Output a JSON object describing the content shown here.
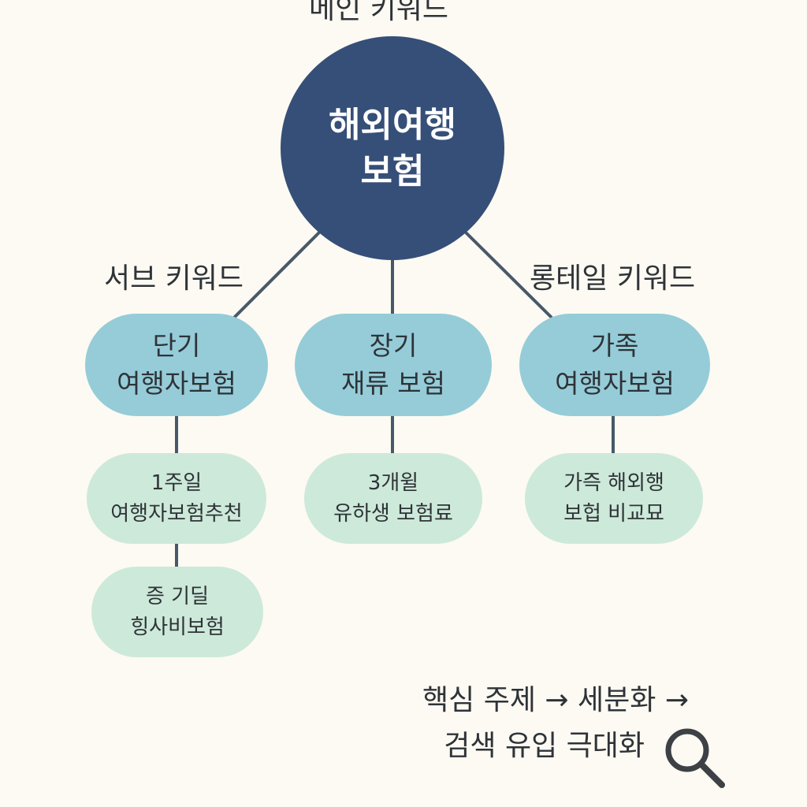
{
  "labels": {
    "main": "메인 키워드",
    "sub": "서브 키워드",
    "longtail": "롱테일 키워드"
  },
  "main_node": {
    "line1": "해외여행",
    "line2": "보험"
  },
  "sub_nodes": [
    {
      "line1": "단기",
      "line2": "여행자보험"
    },
    {
      "line1": "장기",
      "line2": "재류 보험"
    },
    {
      "line1": "가족",
      "line2": "여행자보험"
    }
  ],
  "leaf_nodes": [
    {
      "line1": "1주일",
      "line2": "여행자보험추천"
    },
    {
      "line1": "증 기딜",
      "line2": "힝사비보험"
    },
    {
      "line1": "3개윌",
      "line2": "유하생 보험료"
    },
    {
      "line1": "가즉 해외행",
      "line2": "보헙 비교묘"
    }
  ],
  "summary": {
    "line1": "핵심 주제 → 세분화 →",
    "line2": "검색 유입 극대화"
  },
  "icons": {
    "search": "search-icon"
  },
  "colors": {
    "background": "#fcfaf2",
    "main_node": "#364f78",
    "sub_node": "#95ccd8",
    "leaf_node": "#cde9d9",
    "connector": "#47596a"
  }
}
